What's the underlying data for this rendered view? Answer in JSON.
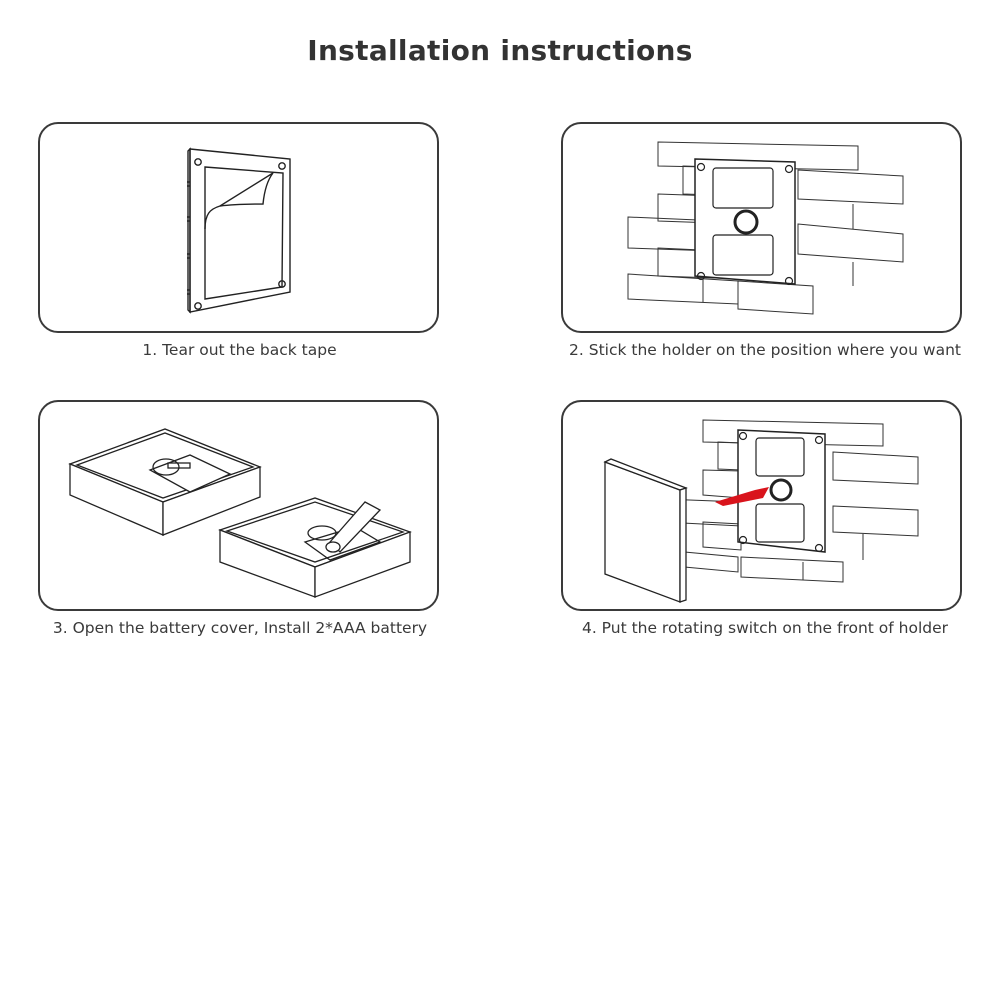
{
  "page": {
    "title": "Installation instructions"
  },
  "steps": [
    {
      "number": 1,
      "caption": "1. Tear out the back tape",
      "illustration": "holder-with-peeling-tape"
    },
    {
      "number": 2,
      "caption": "2. Stick the holder on the position where you want",
      "illustration": "holder-on-brick-wall"
    },
    {
      "number": 3,
      "caption": "3. Open the battery cover, Install 2*AAA battery",
      "illustration": "open-battery-compartment"
    },
    {
      "number": 4,
      "caption": "4. Put the rotating switch on the front of holder",
      "illustration": "switch-onto-holder-with-arrow"
    }
  ],
  "colors": {
    "text": "#333333",
    "border": "#3a3a3a",
    "line_art": "#222222",
    "arrow": "#d9141c",
    "background": "#ffffff"
  }
}
